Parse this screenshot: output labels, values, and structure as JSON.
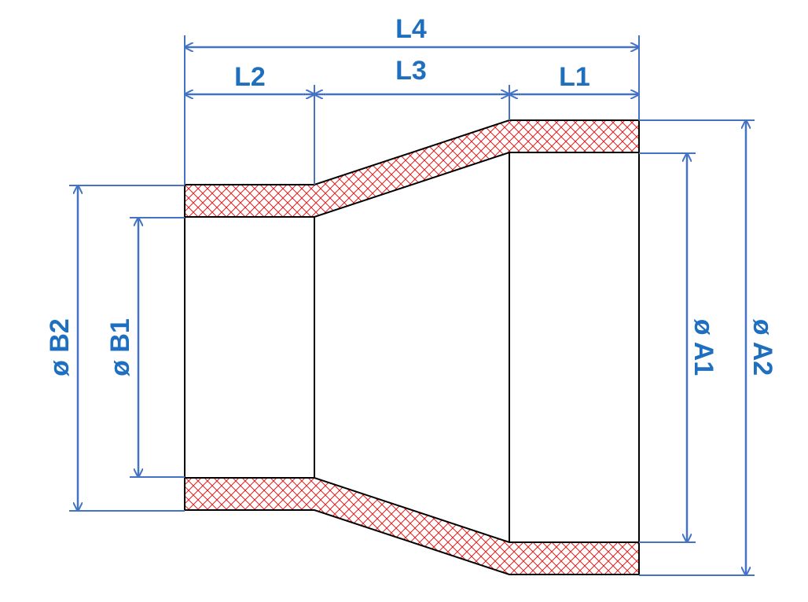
{
  "colors": {
    "dimension": "#4472C4",
    "label": "#1F6FC0",
    "hatch": "#E02020",
    "outline": "#000000",
    "background": "#FFFFFF"
  },
  "labels": {
    "l4": "L4",
    "l2": "L2",
    "l3": "L3",
    "l1": "L1",
    "b2": "ø B2",
    "b1": "ø B1",
    "a1": "ø A1",
    "a2": "ø A2"
  }
}
